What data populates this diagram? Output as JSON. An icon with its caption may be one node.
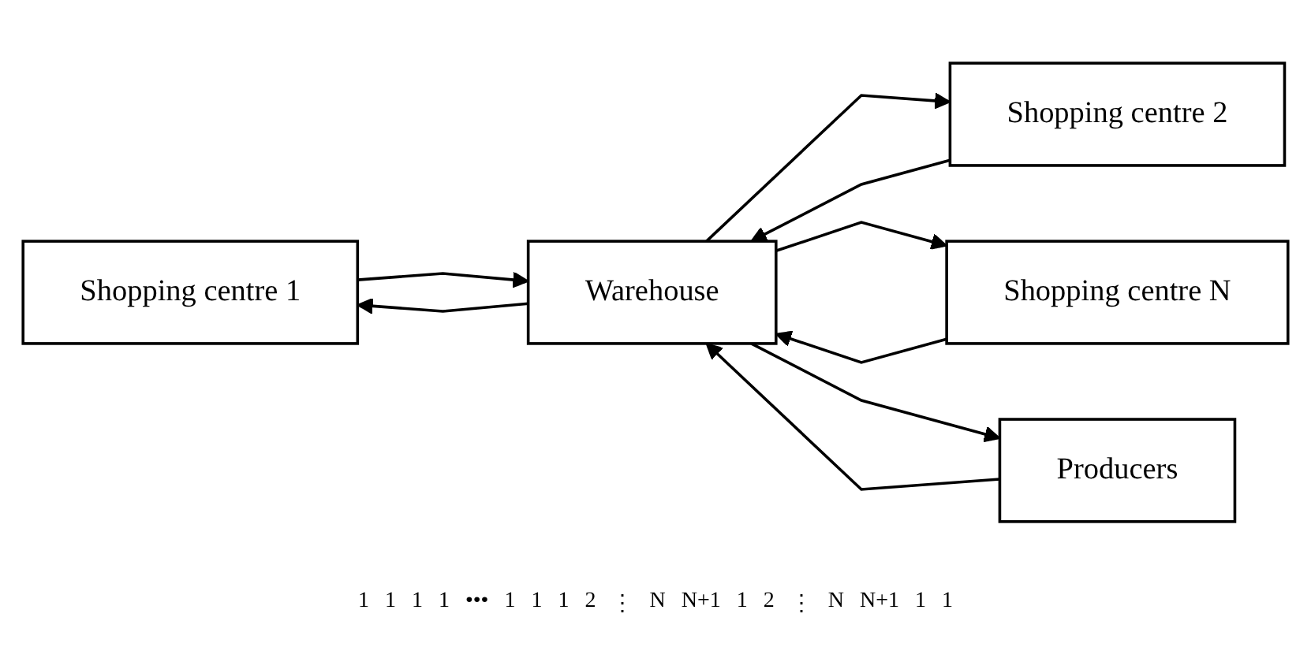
{
  "diagram": {
    "nodes": [
      {
        "text": [
          "Shopping centre 1"
        ]
      },
      {
        "text": [
          "Shopping centre 2"
        ]
      },
      {
        "text": [
          "Shopping centre N"
        ]
      },
      {
        "text": [
          "Warehouse"
        ]
      },
      {
        "text": [
          "Producers"
        ]
      }
    ],
    "edges": [
      {
        "from": 0,
        "to": 3,
        "arrow": "to"
      },
      {
        "from": 1,
        "to": 3,
        "arrow": "to"
      },
      {
        "from": 2,
        "to": 3,
        "arrow": "to"
      },
      {
        "from": 3,
        "to": 0,
        "arrow": "to"
      },
      {
        "from": 3,
        "to": 1,
        "arrow": "to"
      },
      {
        "from": 3,
        "to": 2,
        "arrow": "to"
      },
      {
        "from": 3,
        "to": 4,
        "arrow": "to"
      },
      {
        "from": 4,
        "to": 3,
        "arrow": "to"
      }
    ],
    "labels": [
      "1",
      "1",
      "1",
      "1",
      "•••",
      "1",
      "1",
      "1",
      "2",
      "⋮",
      "N",
      "N+1",
      "1",
      "2",
      "⋮",
      "N",
      "N+1",
      "1",
      "1"
    ]
  }
}
